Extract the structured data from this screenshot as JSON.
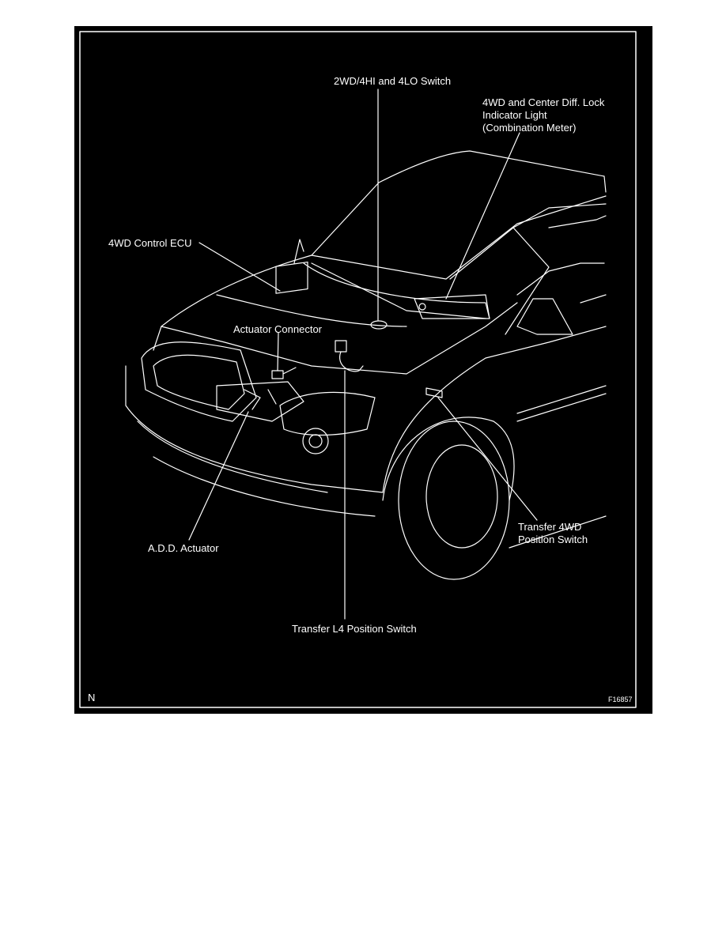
{
  "figure": {
    "labels": {
      "switch_2wd_4hi_4lo": "2WD/4HI and 4LO Switch",
      "indicator_light": "4WD and Center Diff. Lock\nIndicator Light\n(Combination Meter)",
      "control_ecu": "4WD Control ECU",
      "actuator_connector": "Actuator Connector",
      "add_actuator": "A.D.D. Actuator",
      "transfer_4wd_switch": "Transfer 4WD\nPosition Switch",
      "transfer_l4_switch": "Transfer L4 Position Switch"
    },
    "corner_left": "N",
    "figure_code": "F16857"
  }
}
